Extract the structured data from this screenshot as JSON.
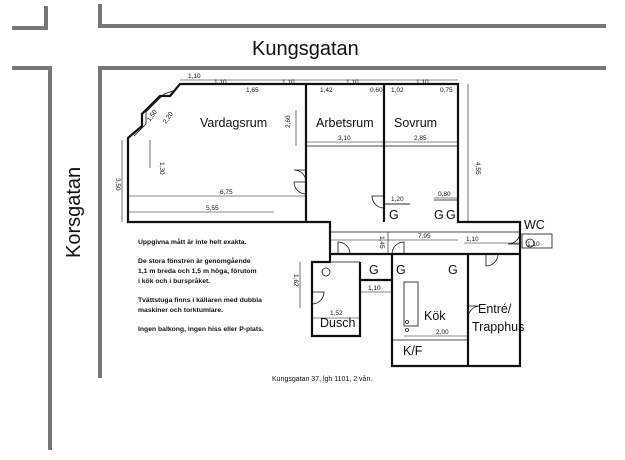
{
  "streets": {
    "top": "Kungsgatan",
    "left": "Korsgatan"
  },
  "rooms": {
    "vardagsrum": "Vardagsrum",
    "arbetsrum": "Arbetsrum",
    "sovrum": "Sovrum",
    "wc": "WC",
    "kok": "Kök",
    "dusch": "Dusch",
    "kf": "K/F",
    "entre_line1": "Entré/",
    "entre_line2": "Trapphus"
  },
  "closet_mark": "G",
  "dimensions": {
    "window_1": "1,10",
    "window_2": "1,10",
    "window_3": "1,65",
    "window_4": "1,10",
    "window_5": "1,42",
    "window_6": "1,10",
    "window_7": "0,60",
    "window_8": "1,02",
    "window_9": "1,10",
    "window_10": "0,75",
    "bay_1": "1,50",
    "bay_2": "2,20",
    "left_1": "1,30",
    "left_2": "3,50",
    "vard_depth": "2,60",
    "vard_w1": "6,75",
    "vard_w2": "5,55",
    "arb_w": "3,10",
    "sov_w": "2,85",
    "right_h": "4,55",
    "g_w1": "1,20",
    "g_w2": "0,80",
    "hall_w": "7,95",
    "hall_h": "1,45",
    "hall_r": "1,10",
    "wc_w": "1,10",
    "dusch_h": "1,62",
    "dusch_w1": "1,10",
    "dusch_w2": "1,52",
    "kok_w": "2,00"
  },
  "notes": [
    "Uppgivna mått är inte helt exakta.",
    "De stora fönstren är genomgående",
    "1,1 m breda och 1,5 m höga, förutom",
    "i kök och i burspråket.",
    "Tvättstuga finns i källaren med dubbla",
    "maskiner och torktumlare.",
    "Ingen balkong, ingen hiss eller P-plats."
  ],
  "caption": "Kungsgatan 37, lgh 1101, 2 vån."
}
